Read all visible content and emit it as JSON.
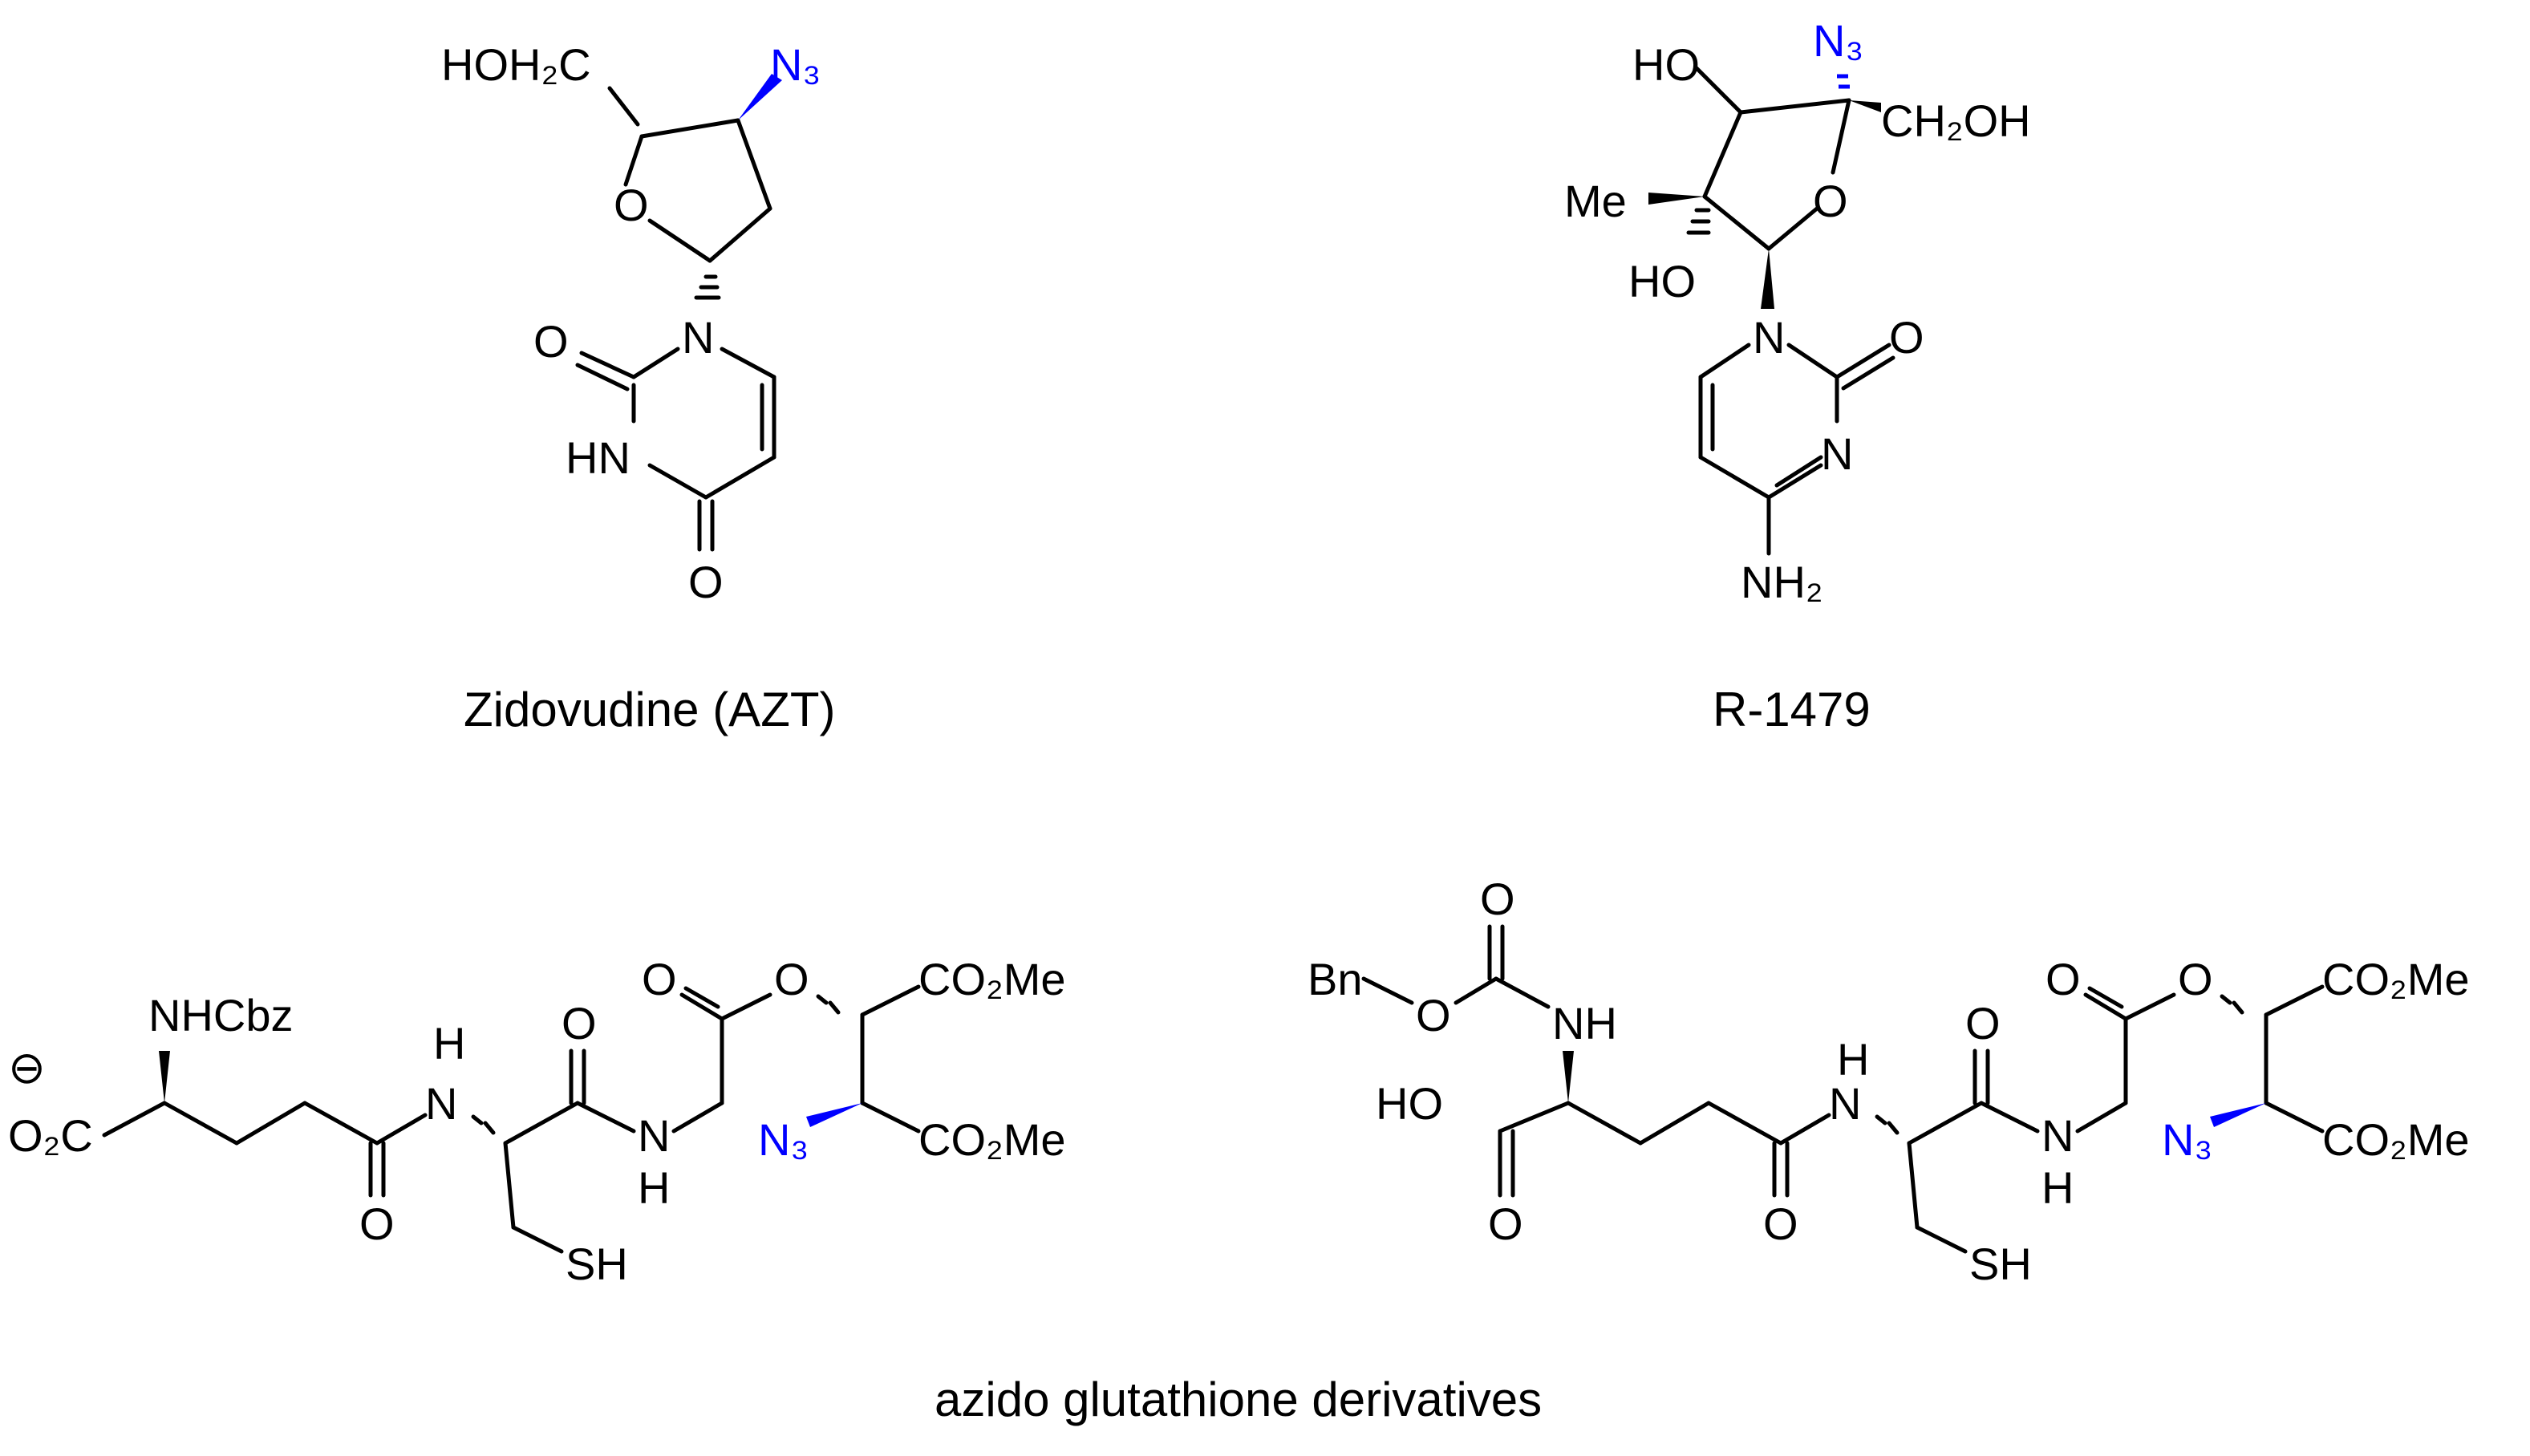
{
  "figure": {
    "accent_color": "#0000ff",
    "molecules": {
      "azt": {
        "caption": "Zidovudine (AZT)",
        "atoms": {
          "hoh2c": "HOH₂C",
          "n3": "N₃",
          "o_ring": "O",
          "n1": "N",
          "o_c2": "O",
          "hn3": "HN",
          "o_c4": "O"
        }
      },
      "r1479": {
        "caption": "R-1479",
        "atoms": {
          "ho_top": "HO",
          "n3": "N₃",
          "ch2oh": "CH₂OH",
          "me": "Me",
          "o_ring": "O",
          "ho_bottom": "HO",
          "n1": "N",
          "o_c2": "O",
          "n3_ring": "N",
          "nh2": "NH₂"
        }
      },
      "glutathione_1": {
        "atoms": {
          "nhcbz": "NHCbz",
          "charge": "⊖",
          "o2c": "O₂C",
          "nh_top": "H",
          "n_amide1": "N",
          "o_amide1": "O",
          "o_amide2": "O",
          "n_amide2": "N",
          "h_amide2": "H",
          "sh": "SH",
          "o_ester_carbonyl": "O",
          "o_ester": "O",
          "co2me_top": "CO₂Me",
          "n3": "N₃",
          "co2me_bottom": "CO₂Me"
        }
      },
      "glutathione_2": {
        "atoms": {
          "bn": "Bn",
          "o_carbamate": "O",
          "o_carbonyl_top": "O",
          "nh": "NH",
          "ho": "HO",
          "o_acid": "O",
          "h_top": "H",
          "n_amide1": "N",
          "o_amide1": "O",
          "o_amide2": "O",
          "n_amide2": "N",
          "h_amide2": "H",
          "sh": "SH",
          "o_ester_carbonyl": "O",
          "o_ester": "O",
          "co2me_top": "CO₂Me",
          "n3": "N₃",
          "co2me_bottom": "CO₂Me"
        }
      }
    },
    "group_caption": "azido glutathione derivatives"
  }
}
